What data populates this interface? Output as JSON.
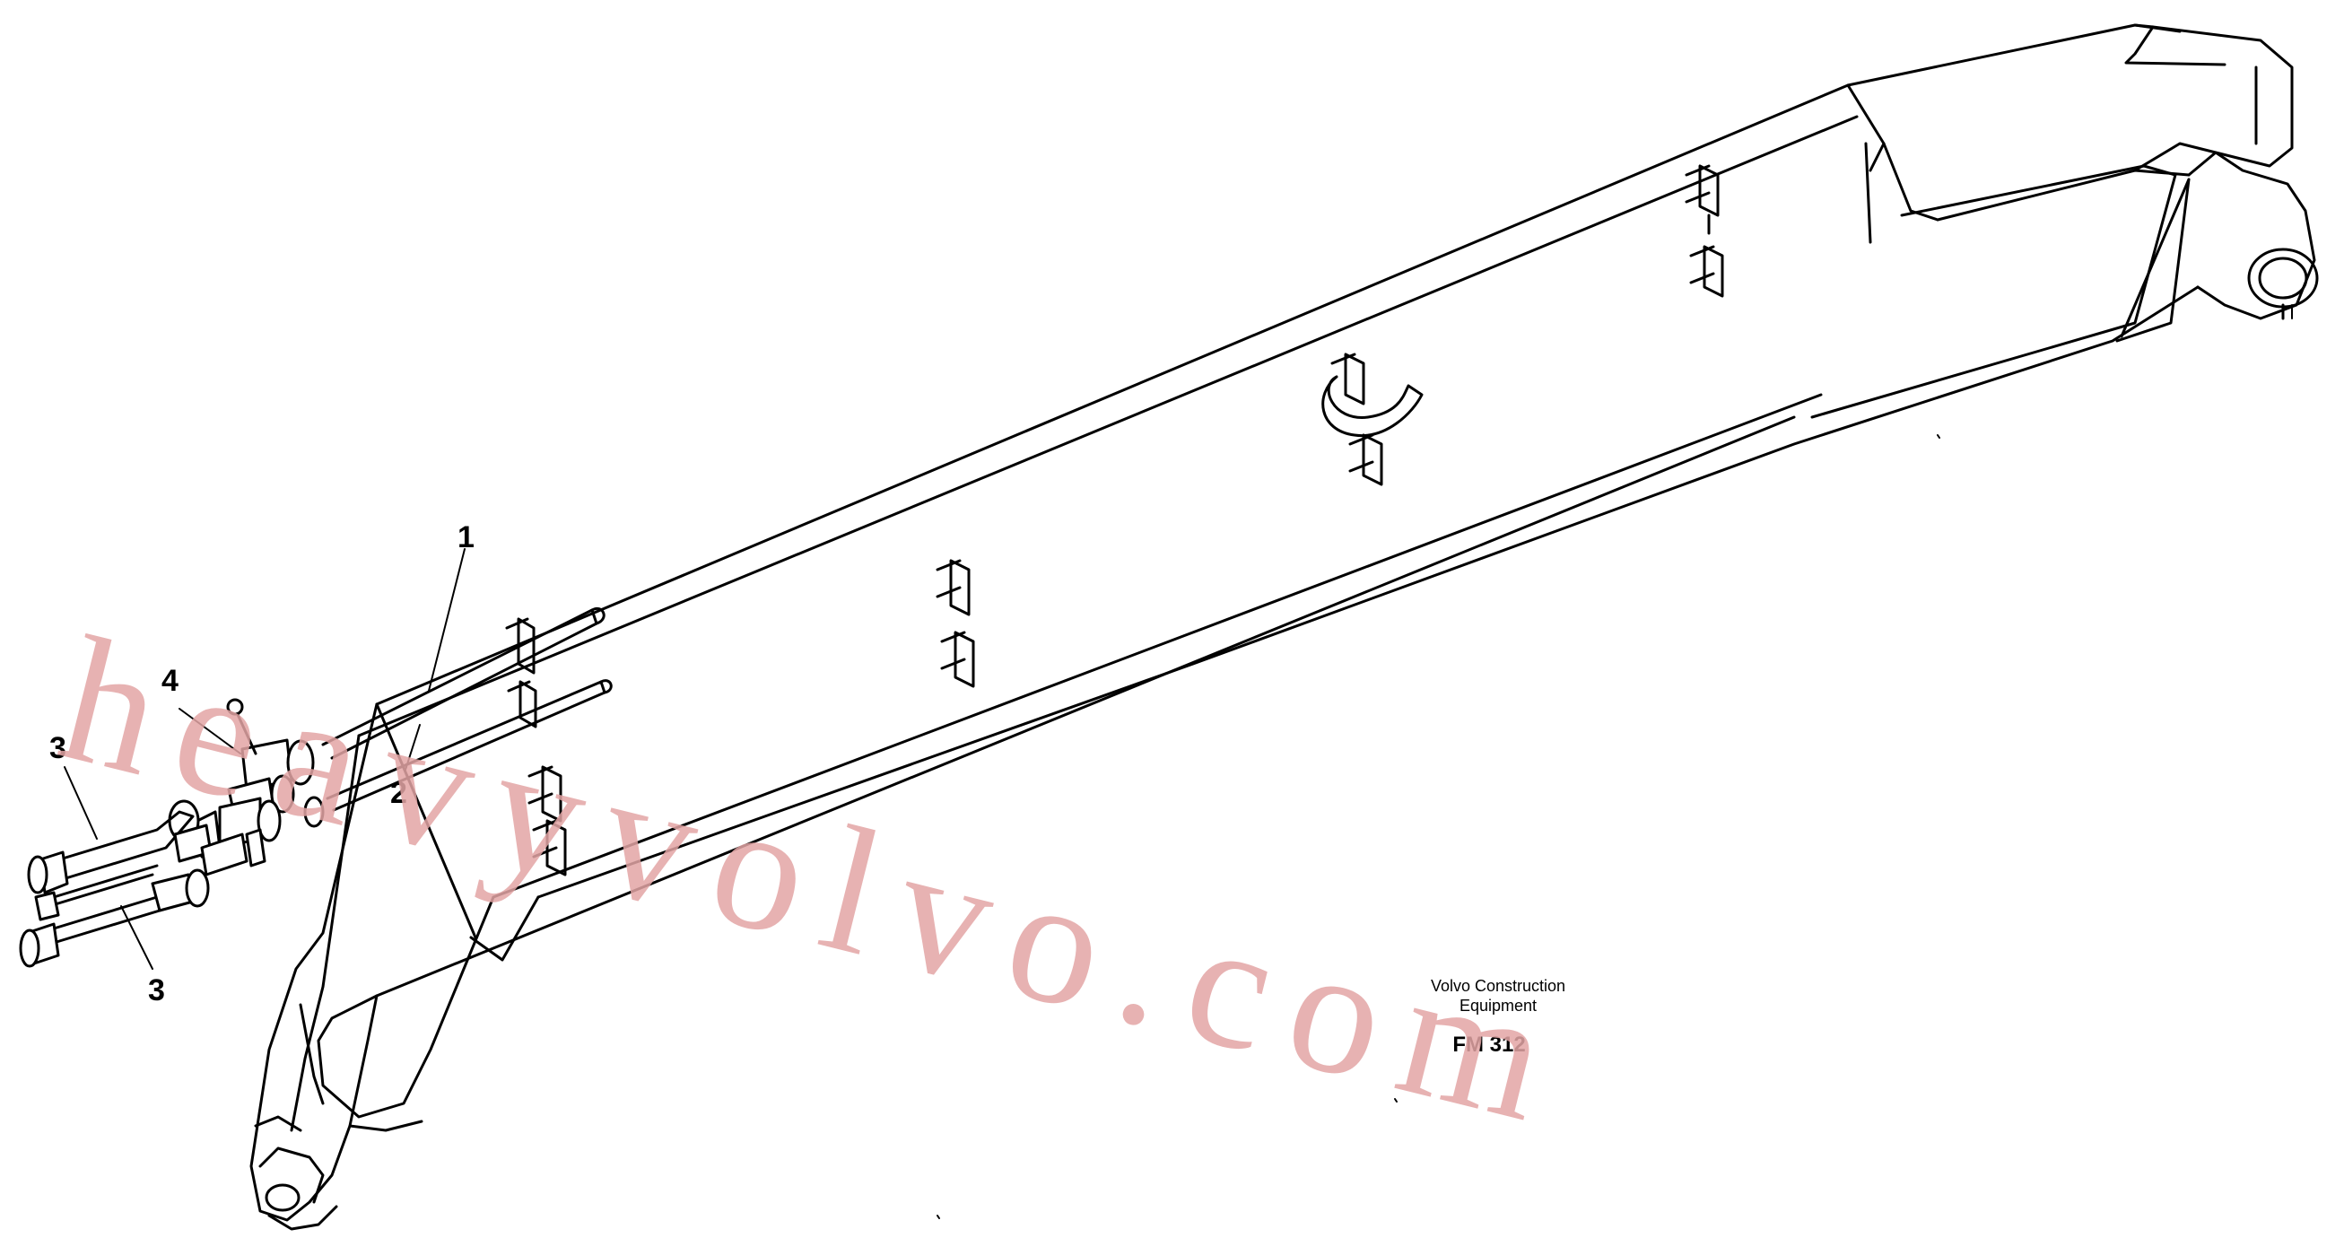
{
  "diagram": {
    "callouts": {
      "c1": "1",
      "c2": "2",
      "c3a": "3",
      "c3b": "3",
      "c4": "4"
    },
    "caption": {
      "line1": "Volvo Construction",
      "line2": "Equipment",
      "code": "FM 312"
    },
    "watermark": "heavyvolvo.com"
  }
}
